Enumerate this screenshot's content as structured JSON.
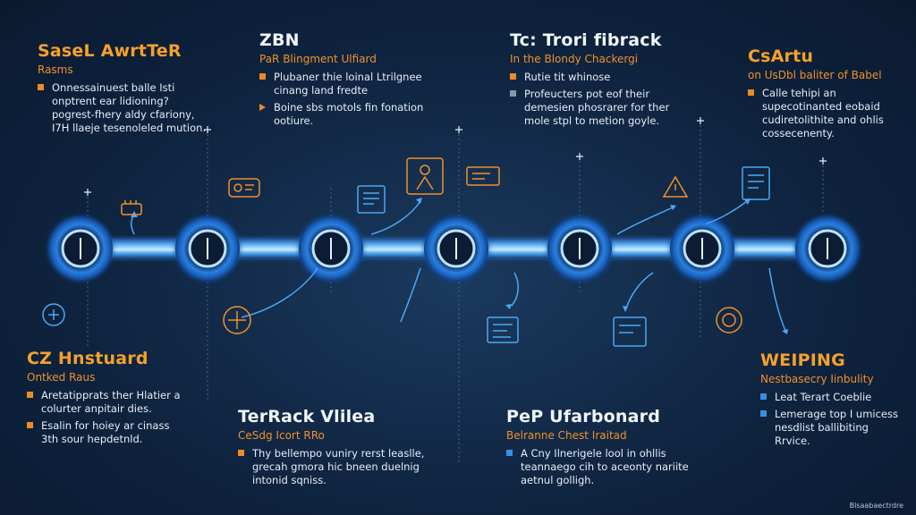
{
  "blocks": [
    {
      "title": "SaseL AwrtTeR",
      "subtitle": "Rasms",
      "bullets": [
        "Onnessainuest balle Isti onptrent ear lidioning? pogrest-fhery aldy cfariony, I7H llaeje tesenoleled mution."
      ],
      "markers": [
        "square"
      ]
    },
    {
      "title": "ZBN",
      "subtitle": "PaR Blingment Ulfiard",
      "bullets": [
        "Plubaner thie loinal Ltrilgnee cinang land fredte",
        "Boine sbs motols fin fonation ootiure."
      ],
      "markers": [
        "square",
        "tri"
      ]
    },
    {
      "title": "Tc: Trori fibrack",
      "subtitle": "In the Blondy Chackergi",
      "bullets": [
        "Rutie tit whinose",
        "Profeucters pot eof their demesien phosrarer for ther mole stpl to metion goyle."
      ],
      "markers": [
        "square",
        "gray"
      ]
    },
    {
      "title": "CsArtu",
      "subtitle": "on UsDbl baliter of Babel",
      "bullets": [
        "Calle tehipi an supecotinanted eobaid cudiretolithite and ohlis cossecenenty."
      ],
      "markers": [
        "square"
      ]
    },
    {
      "title": "CZ Hnstuard",
      "subtitle": "Ontked Raus",
      "bullets": [
        "Aretatipprats ther Hlatier a colurter anpitair dies.",
        "Esalin for hoiey ar cinass 3th sour hepdetnld."
      ],
      "markers": [
        "square",
        "square"
      ]
    },
    {
      "title": "TerRack Vlilea",
      "subtitle": "CeSdg Icort RRo",
      "bullets": [
        "Thy bellempo vuniry rerst leaslle, grecah gmora hic bneen duelnig intonid sqniss."
      ],
      "markers": [
        "square"
      ]
    },
    {
      "title": "PeP Ufarbonard",
      "subtitle": "Belranne Chest Iraitad",
      "bullets": [
        "A Cny Ilnerigele lool in ohllis teannaego cih to aceonty nariite aetnul golligh."
      ],
      "markers": [
        "blue"
      ]
    },
    {
      "title": "WEIPING",
      "subtitle": "Nestbasecry Iinbulity",
      "bullets": [
        "Leat Terart Coeblie",
        "Lemerage top I umicess nesdlist ballibiting Rrvice."
      ],
      "markers": [
        "blue",
        "blue"
      ]
    }
  ],
  "corner_text": "Blsaabaectrdre",
  "colors": {
    "orange": "#f5a12a",
    "blue": "#3a8ee6",
    "chain": "#1e6fd6",
    "glow": "#5ab4ff"
  },
  "icons": [
    "gear-icon",
    "bell-icon",
    "document-icon",
    "person-icon",
    "scale-icon",
    "warning-icon",
    "list-icon",
    "terminal-icon",
    "cake-icon"
  ]
}
